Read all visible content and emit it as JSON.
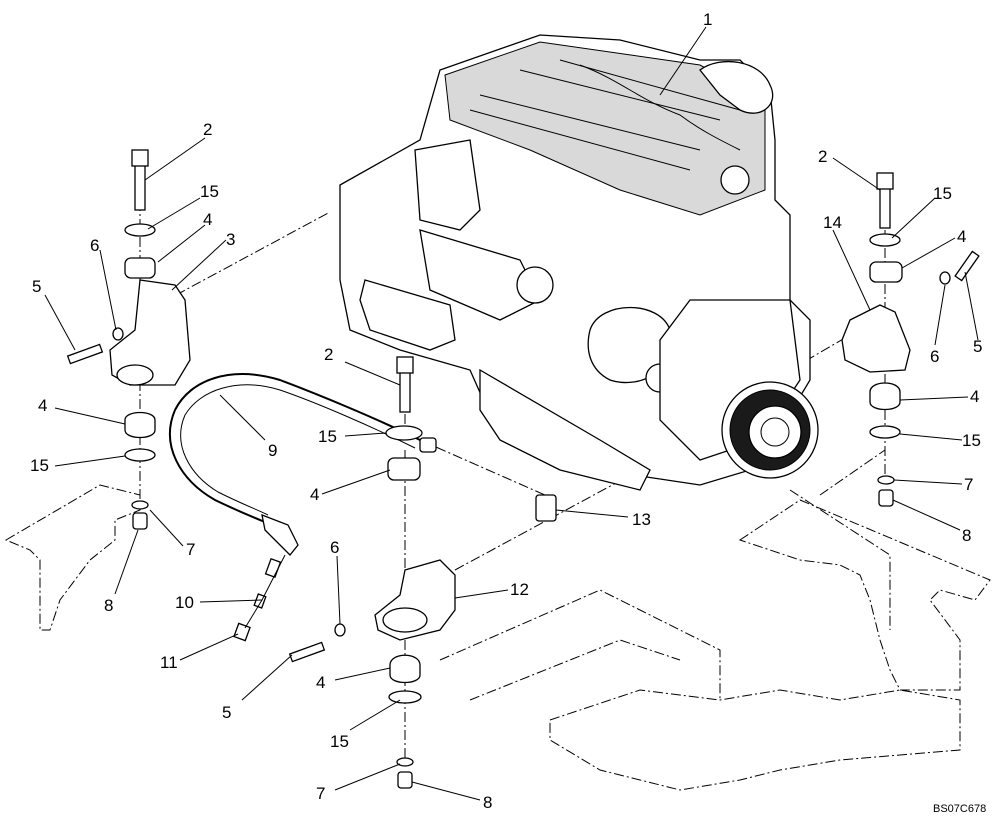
{
  "drawing_ref": "BS07C678",
  "callouts": [
    {
      "id": "c1",
      "text": "1"
    },
    {
      "id": "c2a",
      "text": "2"
    },
    {
      "id": "c15a",
      "text": "15"
    },
    {
      "id": "c4a",
      "text": "4"
    },
    {
      "id": "c3",
      "text": "3"
    },
    {
      "id": "c6a",
      "text": "6"
    },
    {
      "id": "c5a",
      "text": "5"
    },
    {
      "id": "c4b",
      "text": "4"
    },
    {
      "id": "c15b",
      "text": "15"
    },
    {
      "id": "c9",
      "text": "9"
    },
    {
      "id": "c7a",
      "text": "7"
    },
    {
      "id": "c8a",
      "text": "8"
    },
    {
      "id": "c10",
      "text": "10"
    },
    {
      "id": "c11",
      "text": "11"
    },
    {
      "id": "c2b",
      "text": "2"
    },
    {
      "id": "c15c",
      "text": "15"
    },
    {
      "id": "c4c",
      "text": "4"
    },
    {
      "id": "c13",
      "text": "13"
    },
    {
      "id": "c6b",
      "text": "6"
    },
    {
      "id": "c12",
      "text": "12"
    },
    {
      "id": "c5b",
      "text": "5"
    },
    {
      "id": "c4d",
      "text": "4"
    },
    {
      "id": "c15d",
      "text": "15"
    },
    {
      "id": "c7b",
      "text": "7"
    },
    {
      "id": "c8b",
      "text": "8"
    },
    {
      "id": "c2c",
      "text": "2"
    },
    {
      "id": "c15e",
      "text": "15"
    },
    {
      "id": "c14",
      "text": "14"
    },
    {
      "id": "c4e",
      "text": "4"
    },
    {
      "id": "c6c",
      "text": "6"
    },
    {
      "id": "c5c",
      "text": "5"
    },
    {
      "id": "c4f",
      "text": "4"
    },
    {
      "id": "c15f",
      "text": "15"
    },
    {
      "id": "c7c",
      "text": "7"
    },
    {
      "id": "c8c",
      "text": "8"
    }
  ]
}
